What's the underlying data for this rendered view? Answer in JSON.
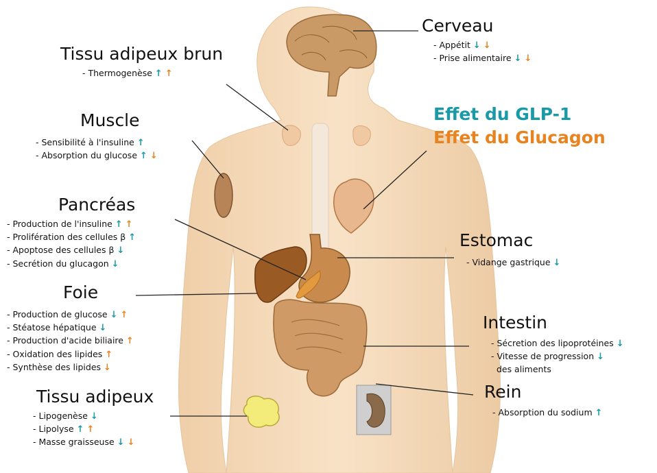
{
  "colors": {
    "glp1": "#1a9aa6",
    "glucagon": "#e8831f",
    "skin": "#f5d9b8",
    "skin_dark": "#e8c29a"
  },
  "legend": {
    "glp1": "Effet du GLP-1",
    "glucagon": "Effet du Glucagon"
  },
  "organs": [
    {
      "title": "Cerveau",
      "items": [
        {
          "text": "- Appétit",
          "glp1": "down",
          "glucagon": "down"
        },
        {
          "text": "- Prise alimentaire",
          "glp1": "down",
          "glucagon": "down"
        }
      ]
    },
    {
      "title": "Tissu adipeux brun",
      "items": [
        {
          "text": "- Thermogenèse",
          "glp1": "up",
          "glucagon": "up"
        }
      ]
    },
    {
      "title": "Muscle",
      "items": [
        {
          "text": "- Sensibilité à l'insuline",
          "glp1": "up"
        },
        {
          "text": "- Absorption du glucose",
          "glp1": "up",
          "glucagon": "down"
        }
      ]
    },
    {
      "title": "Pancréas",
      "items": [
        {
          "text": "- Production de l'insuline",
          "glp1": "up",
          "glucagon": "up"
        },
        {
          "text": "- Prolifération des cellules β",
          "glp1": "up"
        },
        {
          "text": "- Apoptose des cellules β",
          "glp1": "down"
        },
        {
          "text": "- Secrétion du glucagon",
          "glp1": "down"
        }
      ]
    },
    {
      "title": "Foie",
      "items": [
        {
          "text": "- Production de glucose",
          "glp1": "down",
          "glucagon": "up"
        },
        {
          "text": "- Stéatose hépatique",
          "glp1": "down"
        },
        {
          "text": "- Production d'acide biliaire",
          "glucagon": "up"
        },
        {
          "text": "- Oxidation des lipides",
          "glucagon": "up"
        },
        {
          "text": "- Synthèse des lipides",
          "glucagon": "down"
        }
      ]
    },
    {
      "title": "Tissu adipeux",
      "items": [
        {
          "text": "- Lipogenèse",
          "glp1": "down"
        },
        {
          "text": "- Lipolyse",
          "glp1": "up",
          "glucagon": "up"
        },
        {
          "text": "- Masse graisseuse",
          "glp1": "down",
          "glucagon": "down"
        }
      ]
    },
    {
      "title": "Estomac",
      "items": [
        {
          "text": "- Vidange gastrique",
          "glp1": "down"
        }
      ]
    },
    {
      "title": "Intestin",
      "items": [
        {
          "text": "- Sécretion des lipoprotéines",
          "glp1": "down"
        },
        {
          "text": "- Vitesse de progression\n  des aliments",
          "glp1": "down"
        }
      ]
    },
    {
      "title": "Rein",
      "items": [
        {
          "text": "- Absorption du sodium",
          "glp1": "up"
        }
      ]
    }
  ]
}
